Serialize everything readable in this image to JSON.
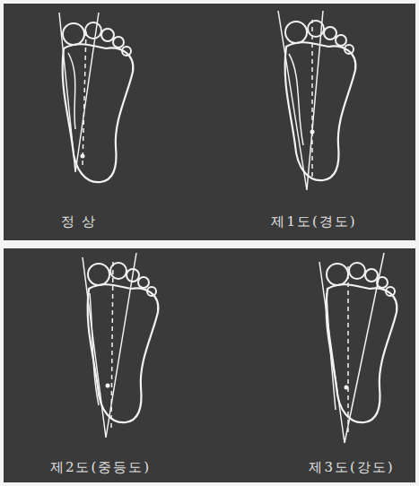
{
  "diagram": {
    "labels": [
      "정 상",
      "제1도(경도)",
      "제2도(중등도)",
      "제3도(강도)"
    ]
  }
}
